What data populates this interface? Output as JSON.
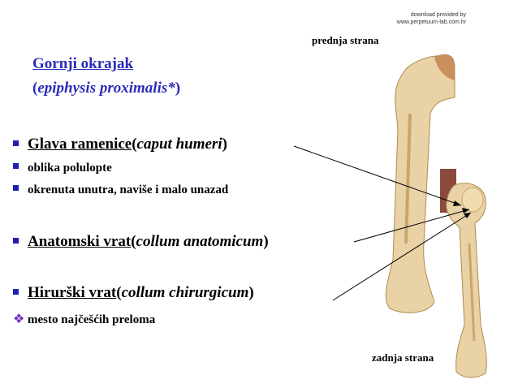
{
  "credit": {
    "line1": "download provided by",
    "line2": "www.perpetuum-lab.com.hr"
  },
  "labels": {
    "front": "prednja strana",
    "back": "zadnja strana"
  },
  "heading": {
    "title": "Gornji okrajak",
    "open": "(",
    "latin": "epiphysis proximalis*",
    "close": ")"
  },
  "items": [
    {
      "bullet": "square",
      "term": "Glava ramenice",
      "open": " (",
      "latin": "caput humeri",
      "close": ")"
    },
    {
      "bullet": "square",
      "text": "oblika polulopte"
    },
    {
      "bullet": "square",
      "text": "okrenuta unutra, naviše i malo unazad"
    },
    {
      "bullet": "square",
      "term": "Anatomski vrat",
      "open": " (",
      "latin": "collum anatomicum",
      "close": ")"
    },
    {
      "bullet": "square",
      "term": "Hirurški vrat",
      "open": " (",
      "latin": "collum chirurgicum",
      "close": ")"
    },
    {
      "bullet": "diamond",
      "text": "mesto najčešćih preloma"
    }
  ],
  "colors": {
    "heading": "#2b2bb8",
    "bullet": "#1f1fb0",
    "diamond": "#6a2fb6",
    "bone": "#e9d2a6",
    "bone_shade": "#c9a56c"
  }
}
